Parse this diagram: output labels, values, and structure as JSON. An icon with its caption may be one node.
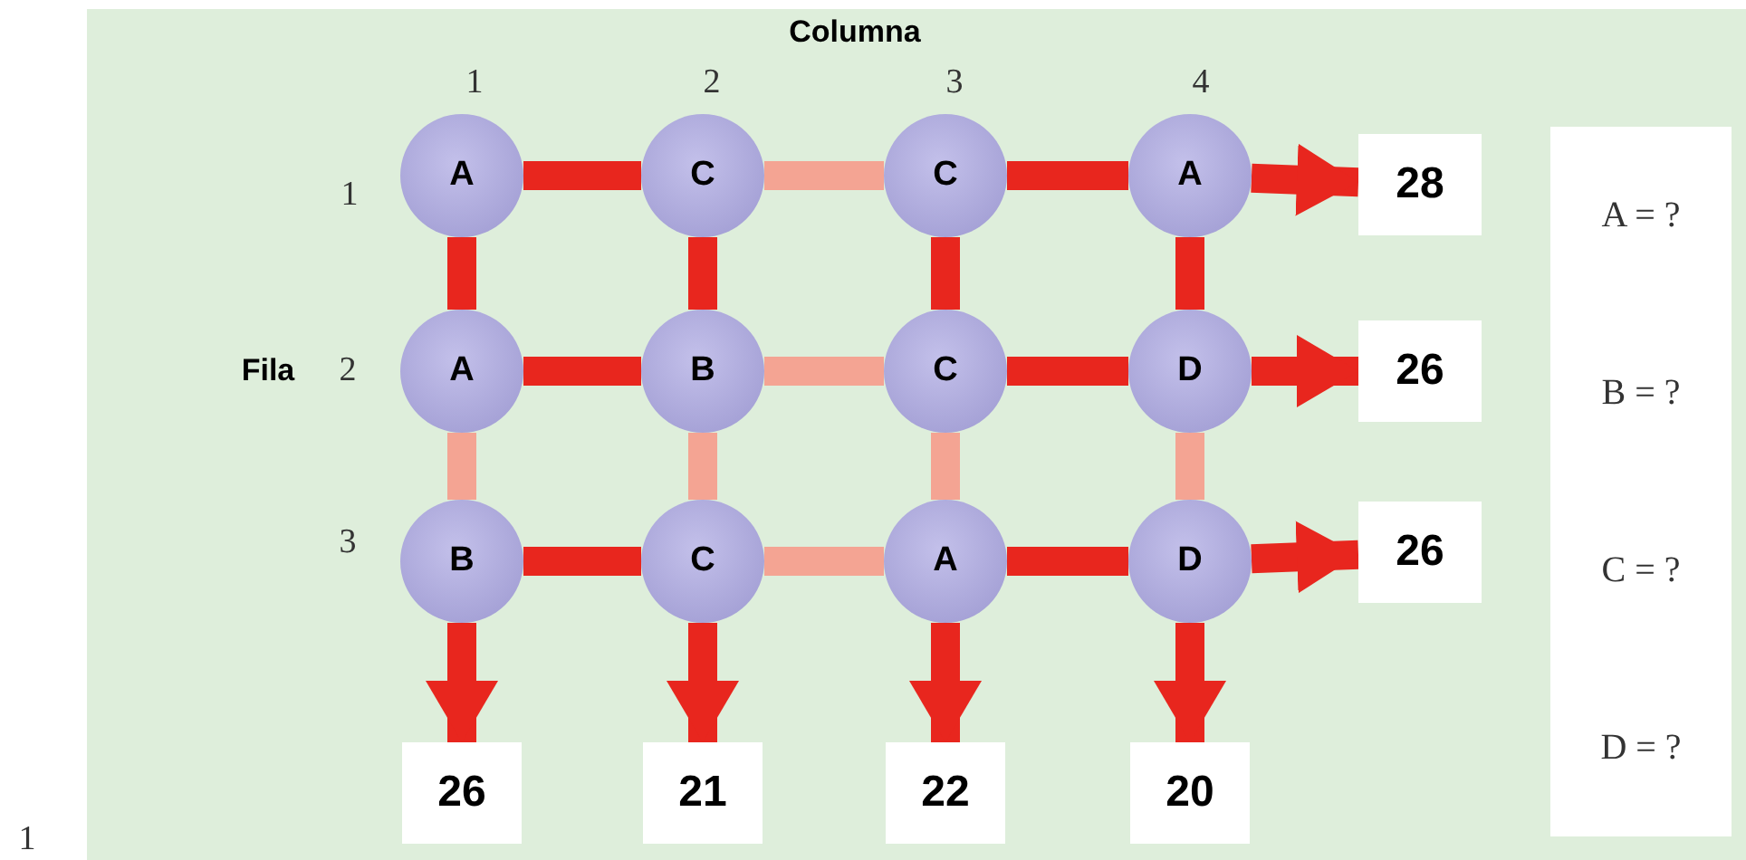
{
  "diagram": {
    "nodes": [
      {
        "text": [
          "A"
        ]
      },
      {
        "text": [
          "C"
        ]
      },
      {
        "text": [
          "C"
        ]
      },
      {
        "text": [
          "A"
        ]
      },
      {
        "text": [
          "A"
        ]
      },
      {
        "text": [
          "B"
        ]
      },
      {
        "text": [
          "C"
        ]
      },
      {
        "text": [
          "D"
        ]
      },
      {
        "text": [
          "B"
        ]
      },
      {
        "text": [
          "C"
        ]
      },
      {
        "text": [
          "A"
        ]
      },
      {
        "text": [
          "D"
        ]
      },
      {
        "text": [
          "28"
        ]
      },
      {
        "text": [
          "26"
        ]
      },
      {
        "text": [
          "26"
        ]
      },
      {
        "text": [
          "26"
        ]
      },
      {
        "text": [
          "21"
        ]
      },
      {
        "text": [
          "22"
        ]
      },
      {
        "text": [
          "20"
        ]
      },
      {
        "text": [
          "A = ?",
          "B = ?",
          "C = ?",
          "D = ?"
        ]
      }
    ],
    "edges": [
      {
        "from": 0,
        "to": 1,
        "arrow": "none"
      },
      {
        "from": 1,
        "to": 2,
        "arrow": "none",
        "color": "#f4a493"
      },
      {
        "from": 2,
        "to": 3,
        "arrow": "none"
      },
      {
        "from": 3,
        "to": 12,
        "arrow": "to"
      },
      {
        "from": 4,
        "to": 5,
        "arrow": "none"
      },
      {
        "from": 5,
        "to": 6,
        "arrow": "none",
        "color": "#f4a493"
      },
      {
        "from": 6,
        "to": 7,
        "arrow": "none"
      },
      {
        "from": 7,
        "to": 13,
        "arrow": "to"
      },
      {
        "from": 8,
        "to": 9,
        "arrow": "none"
      },
      {
        "from": 9,
        "to": 10,
        "arrow": "none",
        "color": "#f4a493"
      },
      {
        "from": 10,
        "to": 11,
        "arrow": "none"
      },
      {
        "from": 11,
        "to": 14,
        "arrow": "to"
      },
      {
        "from": 0,
        "to": 4,
        "arrow": "none"
      },
      {
        "from": 4,
        "to": 8,
        "arrow": "none",
        "color": "#f4a493"
      },
      {
        "from": 8,
        "to": 15,
        "arrow": "to"
      },
      {
        "from": 1,
        "to": 5,
        "arrow": "none"
      },
      {
        "from": 5,
        "to": 9,
        "arrow": "none",
        "color": "#f4a493"
      },
      {
        "from": 9,
        "to": 16,
        "arrow": "to"
      },
      {
        "from": 2,
        "to": 6,
        "arrow": "none"
      },
      {
        "from": 6,
        "to": 10,
        "arrow": "none",
        "color": "#f4a493"
      },
      {
        "from": 10,
        "to": 17,
        "arrow": "to"
      },
      {
        "from": 3,
        "to": 7,
        "arrow": "none"
      },
      {
        "from": 7,
        "to": 11,
        "arrow": "none",
        "color": "#f4a493"
      },
      {
        "from": 11,
        "to": 18,
        "arrow": "to"
      }
    ],
    "labels": [
      "Columna",
      "1",
      "2",
      "3",
      "4",
      "1",
      "Fila",
      "2",
      "3",
      "1"
    ]
  }
}
